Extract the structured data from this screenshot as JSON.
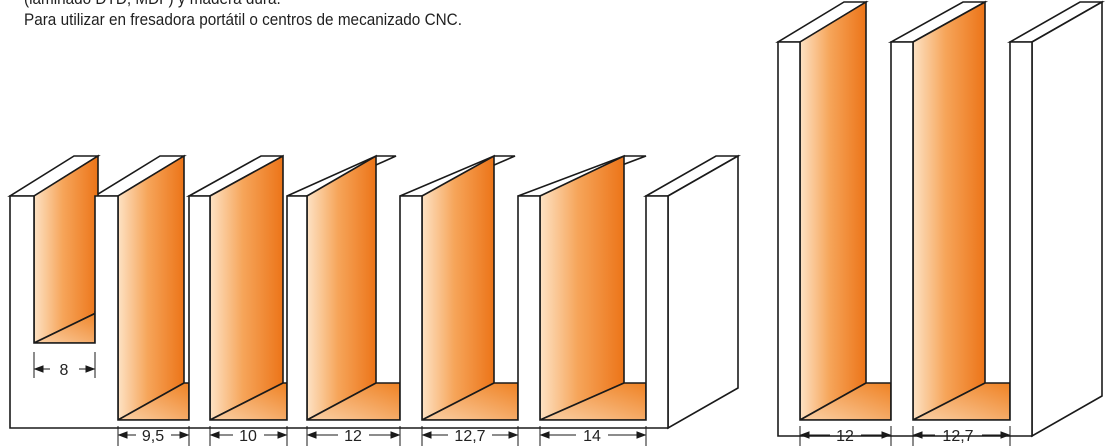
{
  "description": {
    "line1": "(laminado DTD, MDF) y madera dura.",
    "line2": "Para utilizar en fresadora portátil o  centros de mecanizado CNC."
  },
  "dimensions": {
    "left_block": [
      "8",
      "9,5",
      "10",
      "12",
      "12,7",
      "14"
    ],
    "right_block": [
      "12",
      "12,7"
    ]
  },
  "colors": {
    "groove_orange": "#ee7c1c",
    "groove_light": "#fde2c4",
    "outline": "#1a1a1a",
    "white_face": "#ffffff"
  }
}
